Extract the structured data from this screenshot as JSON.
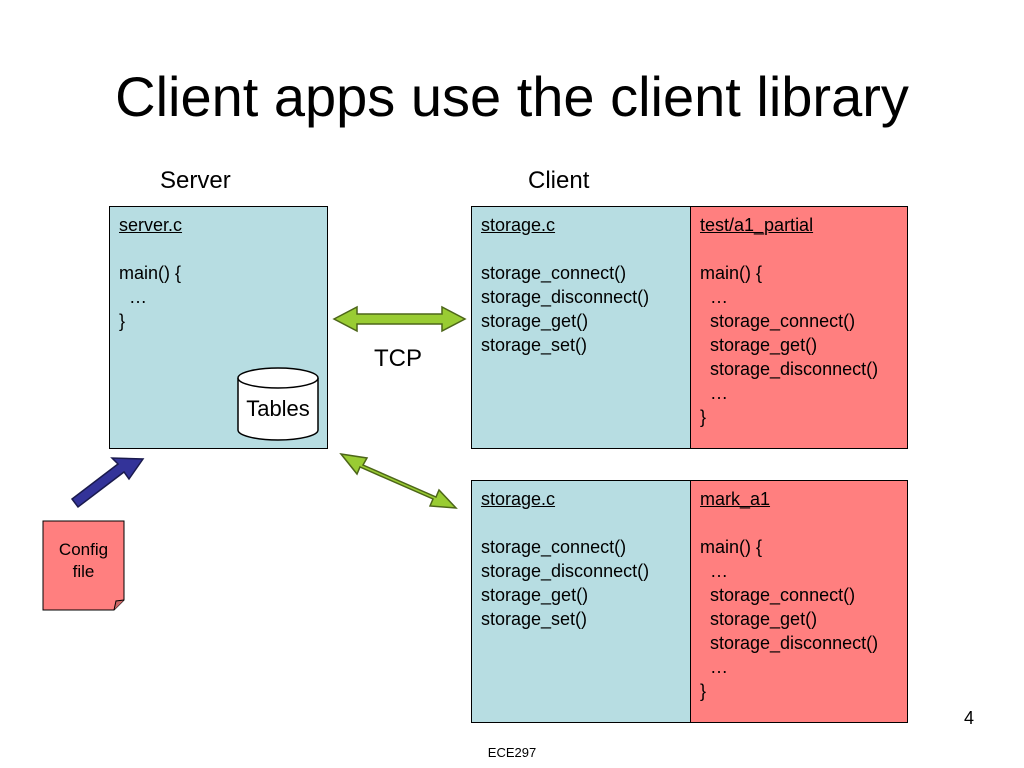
{
  "title": "Client apps use the client library",
  "labels": {
    "server": "Server",
    "client": "Client",
    "tcp": "TCP"
  },
  "server_box": {
    "header": "server.c",
    "lines": [
      "main() {",
      "  …",
      "}"
    ]
  },
  "tables": "Tables",
  "config_file": [
    "Config",
    "file"
  ],
  "client1": {
    "library": {
      "header": "storage.c",
      "lines": [
        "storage_connect()",
        "storage_disconnect()",
        "storage_get()",
        "storage_set()"
      ]
    },
    "app": {
      "header": "test/a1_partial",
      "lines": [
        "main() {",
        "  …",
        "  storage_connect()",
        "  storage_get()",
        "  storage_disconnect()",
        "  …",
        "}"
      ]
    }
  },
  "client2": {
    "library": {
      "header": "storage.c",
      "lines": [
        "storage_connect()",
        "storage_disconnect()",
        "storage_get()",
        "storage_set()"
      ]
    },
    "app": {
      "header": "mark_a1",
      "lines": [
        "main() {",
        "  …",
        "  storage_connect()",
        "  storage_get()",
        "  storage_disconnect()",
        "  …",
        "}"
      ]
    }
  },
  "footer": "ECE297",
  "page_number": "4",
  "colors": {
    "library_box": "#b7dde2",
    "app_box": "#ff7f7f",
    "tcp_arrow": "#99cc33",
    "config_arrow": "#333399"
  }
}
